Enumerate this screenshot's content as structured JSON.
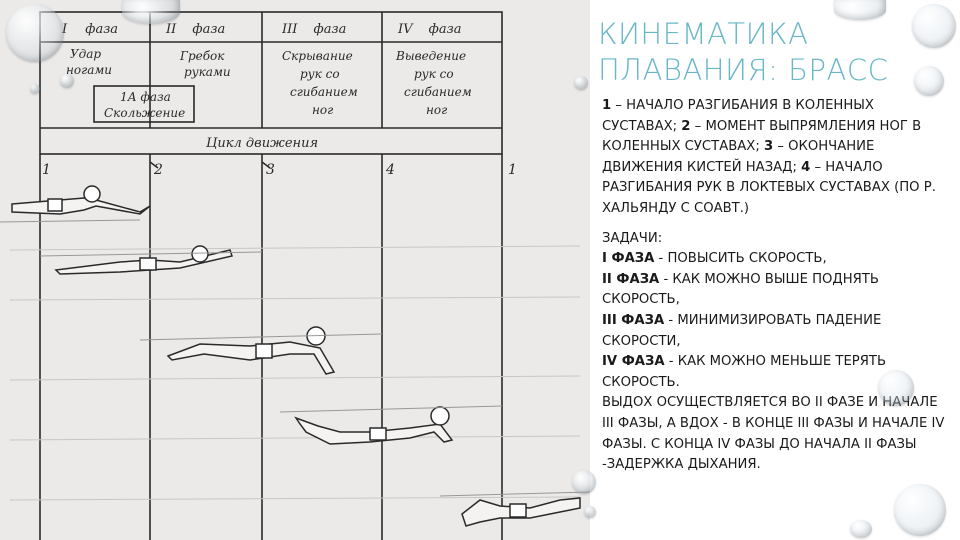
{
  "title": "КИНЕМАТИКА ПЛАВАНИЯ: БРАСС",
  "figure": {
    "phase_headers": [
      {
        "num": "I",
        "label": "фаза"
      },
      {
        "num": "II",
        "label": "фаза"
      },
      {
        "num": "III",
        "label": "фаза"
      },
      {
        "num": "IV",
        "label": "фаза"
      }
    ],
    "phase_desc": [
      [
        "Удар",
        "ногами"
      ],
      [
        "Гребок",
        "руками"
      ],
      [
        "Скрывание",
        "рук со",
        "сгибанием",
        "ног"
      ],
      [
        "Выведение",
        "рук со",
        "сгибанием",
        "ног"
      ]
    ],
    "sub_phase": [
      "1А фаза",
      "Скольжение"
    ],
    "cycle_label": "Цикл движения",
    "position_numbers": [
      "1",
      "2",
      "3",
      "4",
      "1"
    ]
  },
  "caption": {
    "n1": "1",
    "t1": " – начало разгибания в коленных суставах; ",
    "n2": "2",
    "t2": " – момент выпрямления ног в коленных суставах; ",
    "n3": "3",
    "t3": " – окончание движения кистей назад; ",
    "n4": "4",
    "t4": " – начало разгибания рук в локтевых суставах (по Р. Хальянду с соавт.)"
  },
  "tasks": {
    "heading": "Задачи:",
    "items": [
      {
        "phase": "I фаза",
        "text": " - повысить скорость,"
      },
      {
        "phase": "II фаза",
        "text": " - как можно выше поднять скорость,"
      },
      {
        "phase": "III фаза",
        "text": " - минимизировать падение скорости,"
      },
      {
        "phase": "IV фаза",
        "text": " - как можно меньше терять скорость."
      }
    ],
    "breathing": "Выдох осуществляется во II фазе и начале III фазы, а вдох - в конце III фазы и начале IV фазы. С конца IV фазы до начала II фазы -задержка дыхания."
  },
  "colors": {
    "title": "#6ab7c7",
    "text": "#1a1a1a",
    "ink": "#2a2a2a"
  }
}
